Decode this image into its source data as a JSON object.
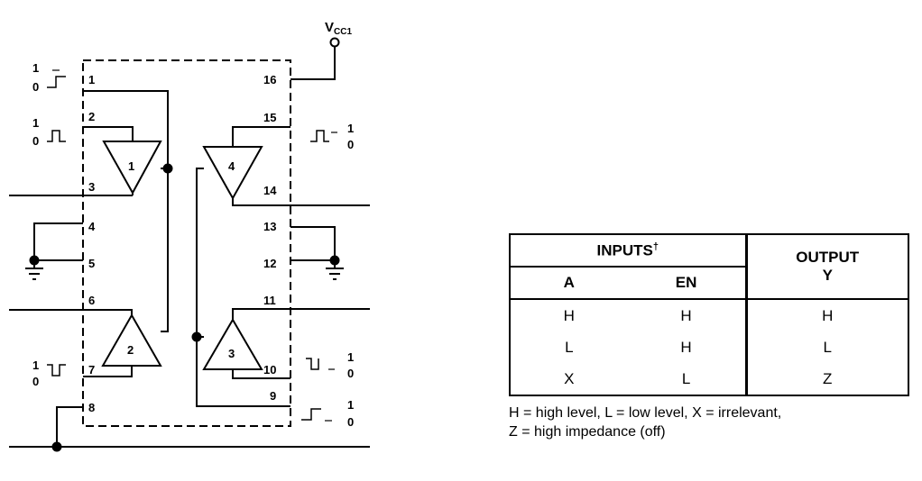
{
  "diagram": {
    "supply_label": "V",
    "supply_sub": "CC1",
    "pins": [
      "1",
      "2",
      "3",
      "4",
      "5",
      "6",
      "7",
      "8",
      "9",
      "10",
      "11",
      "12",
      "13",
      "14",
      "15",
      "16"
    ],
    "amplifiers": [
      "1",
      "2",
      "3",
      "4"
    ],
    "level_high": "1",
    "level_low": "0"
  },
  "truth_table": {
    "inputs_header": "INPUTS",
    "inputs_dagger": "†",
    "output_header": "OUTPUT",
    "output_sub": "Y",
    "col_a": "A",
    "col_en": "EN",
    "rows": [
      {
        "a": "H",
        "en": "H",
        "y": "H"
      },
      {
        "a": "L",
        "en": "H",
        "y": "L"
      },
      {
        "a": "X",
        "en": "L",
        "y": "Z"
      }
    ],
    "legend_line1": "H = high level, L = low level, X = irrelevant,",
    "legend_line2": "Z = high impedance (off)"
  }
}
